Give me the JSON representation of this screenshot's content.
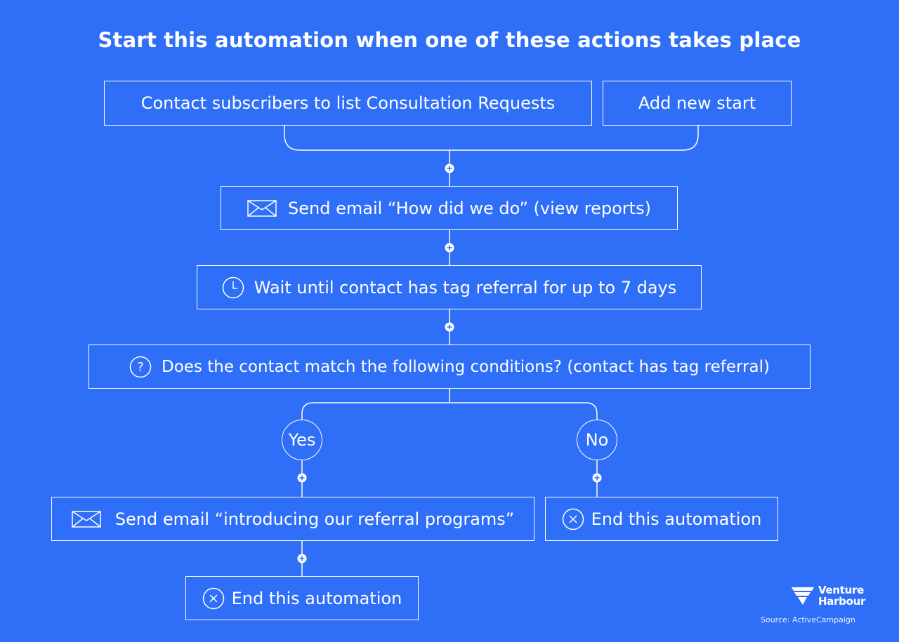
{
  "title": "Start this automation when one of these actions takes place",
  "triggers": {
    "trigger_1": "Contact subscribers to list Consultation Requests",
    "add_start": "Add new start"
  },
  "steps": {
    "send_email_1": "Send email “How did we do” (view reports)",
    "wait": "Wait until contact has tag referral for up to 7 days",
    "condition": "Does the contact match the following conditions? (contact has tag referral)"
  },
  "branches": {
    "yes_label": "Yes",
    "no_label": "No",
    "yes_send_email": "Send email “introducing our referral programs”",
    "yes_end": "End this automation",
    "no_end": "End this automation"
  },
  "icons": {
    "email": "envelope-icon",
    "wait": "clock-icon",
    "condition": "question-icon",
    "end": "close-circle-icon",
    "add_step": "plus-icon"
  },
  "branding": {
    "logo_line1": "Venture",
    "logo_line2": "Harbour",
    "source": "Source: ActiveCampaign"
  },
  "colors": {
    "background": "#2f6ff7",
    "foreground": "#ffffff"
  }
}
